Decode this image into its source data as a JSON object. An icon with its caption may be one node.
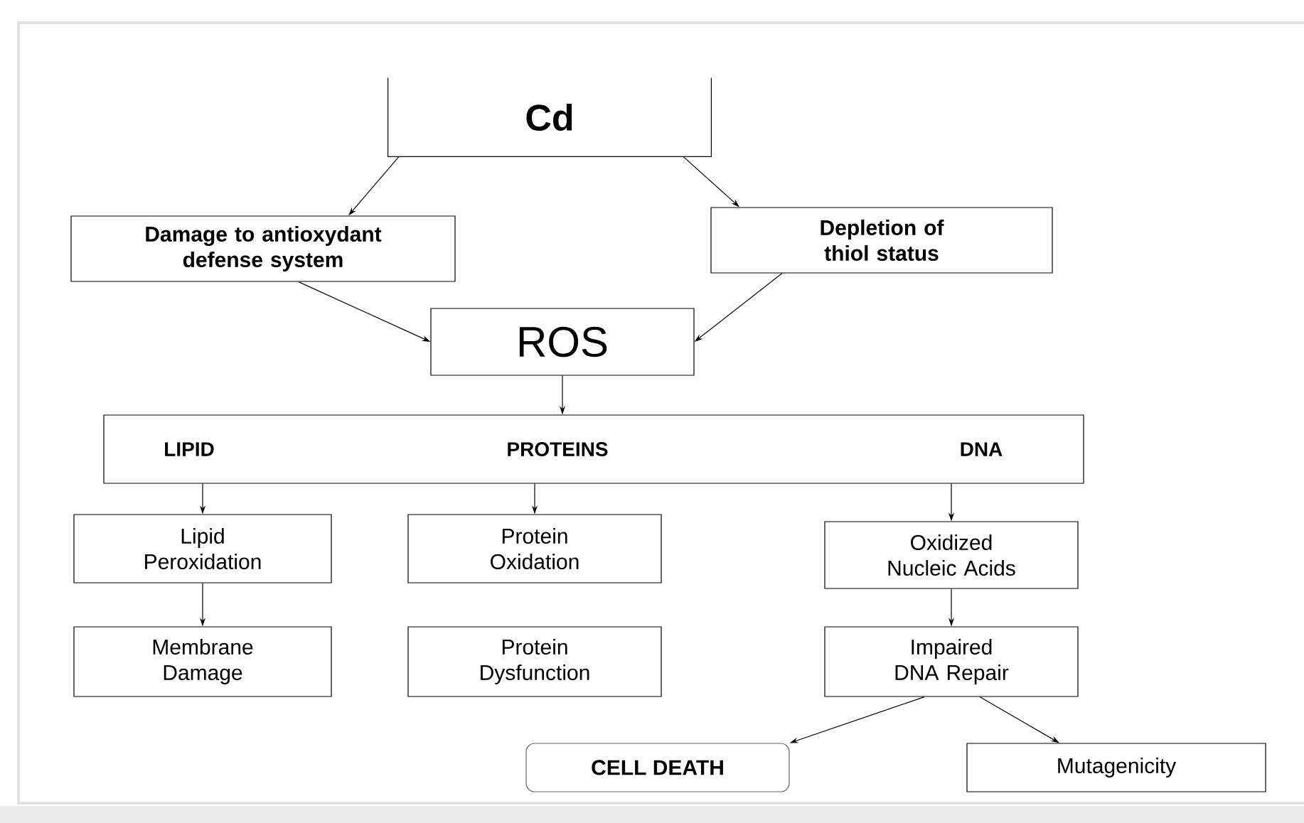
{
  "diagram": {
    "nodes": [
      {
        "text": [
          "Cd"
        ]
      },
      {
        "text": [
          "Damage to antioxydant defense system"
        ]
      },
      {
        "text": [
          "Depletion of thiol status"
        ]
      },
      {
        "text": [
          "ROS"
        ]
      },
      {
        "text": [
          "LIPID",
          "PROTEINS",
          "DNA"
        ]
      },
      {
        "text": [
          "Lipid Peroxidation"
        ]
      },
      {
        "text": [
          "Protein Oxidation"
        ]
      },
      {
        "text": [
          "Oxidized Nucleic Acids"
        ]
      },
      {
        "text": [
          "Membrane Damage"
        ]
      },
      {
        "text": [
          "Protein Dysfunction"
        ]
      },
      {
        "text": [
          "Impaired DNA Repair"
        ]
      },
      {
        "text": [
          "CELL DEATH"
        ]
      },
      {
        "text": [
          "Mutagenicity"
        ]
      }
    ],
    "edges": [
      {
        "from": 0,
        "to": 1,
        "arrow": "to"
      },
      {
        "from": 0,
        "to": 2,
        "arrow": "to"
      },
      {
        "from": 1,
        "to": 3,
        "arrow": "to"
      },
      {
        "from": 2,
        "to": 3,
        "arrow": "to"
      },
      {
        "from": 3,
        "to": 4,
        "arrow": "to"
      },
      {
        "from": 4,
        "to": 5,
        "arrow": "to"
      },
      {
        "from": 4,
        "to": 6,
        "arrow": "to"
      },
      {
        "from": 4,
        "to": 7,
        "arrow": "to"
      },
      {
        "from": 5,
        "to": 8,
        "arrow": "to"
      },
      {
        "from": 7,
        "to": 10,
        "arrow": "to"
      },
      {
        "from": 10,
        "to": 11,
        "arrow": "to"
      },
      {
        "from": 10,
        "to": 12,
        "arrow": "to"
      }
    ]
  }
}
